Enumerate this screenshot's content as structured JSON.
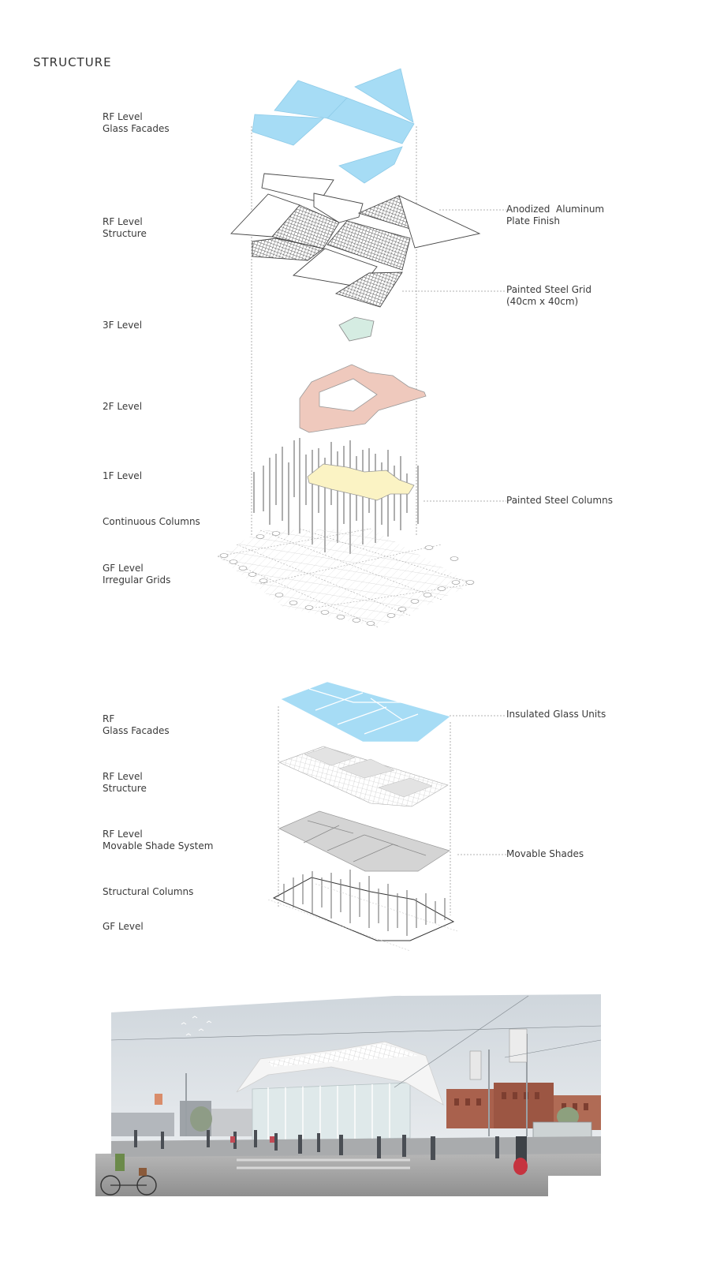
{
  "page": {
    "title": "STRUCTURE"
  },
  "diagram_top": {
    "left_labels": [
      "RF Level\nGlass Facades",
      "RF Level\nStructure",
      "3F Level",
      "2F Level",
      "1F Level",
      "Continuous Columns",
      "GF Level\nIrregular Grids"
    ],
    "right_labels": [
      "Anodized  Aluminum\nPlate Finish",
      "Painted Steel Grid\n(40cm x 40cm)",
      "Painted Steel Columns"
    ]
  },
  "diagram_bottom": {
    "left_labels": [
      "RF\nGlass Facades",
      "RF Level\nStructure",
      "RF Level\nMovable Shade System",
      "Structural Columns",
      "GF Level"
    ],
    "right_labels": [
      "Insulated Glass Units",
      "Movable Shades"
    ]
  },
  "colors": {
    "glass": "#a6dcf5",
    "level_3f": "#d5ece2",
    "level_2f": "#efc9bd",
    "level_1f": "#fbf3c4",
    "shade": "#d4d4d4",
    "line": "#444444"
  }
}
